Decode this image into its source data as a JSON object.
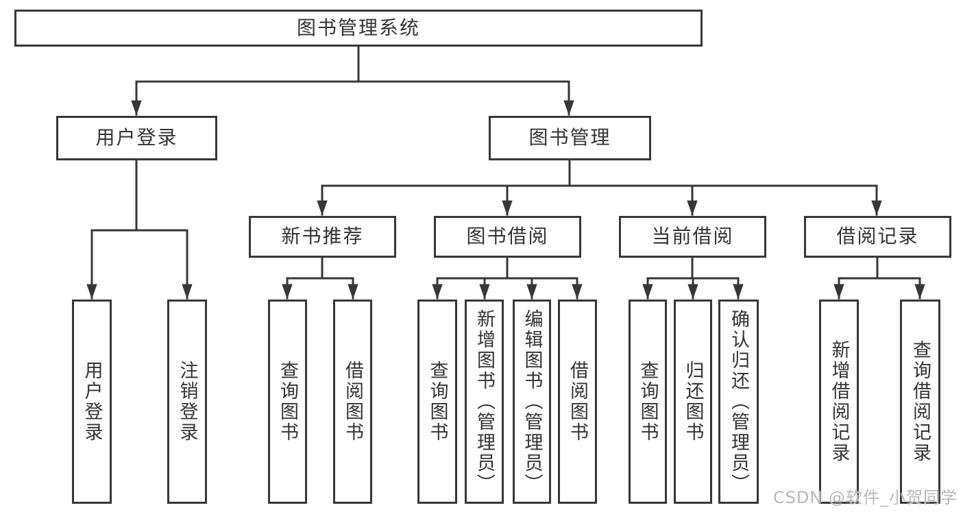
{
  "colors": {
    "line": "#373737",
    "box_border": "#373737",
    "text": "#333333",
    "watermark": "#b9b9b9",
    "background": "#ffffff"
  },
  "watermark": {
    "text": "CSDN @软件_小贺同学"
  },
  "tree": {
    "root": "图书管理系统",
    "level2": [
      "用户登录",
      "图书管理"
    ],
    "level3": [
      "新书推荐",
      "图书借阅",
      "当前借阅",
      "借阅记录"
    ],
    "leaves": {
      "user_login": [
        "用户登录",
        "注销登录"
      ],
      "new_book_recommend": [
        "查询图书",
        "借阅图书"
      ],
      "book_borrow": [
        "查询图书",
        "新增图书（管理员）",
        "编辑图书（管理员）",
        "借阅图书"
      ],
      "current_borrow": [
        "查询图书",
        "归还图书",
        "确认归还（管理员）"
      ],
      "borrow_records": [
        "新增借阅记录",
        "查询借阅记录"
      ]
    }
  }
}
